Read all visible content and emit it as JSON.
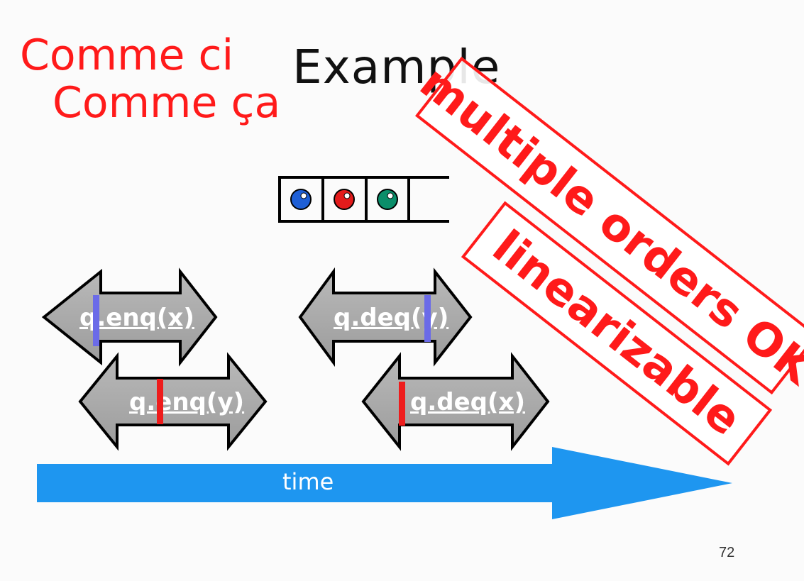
{
  "title": "Example",
  "overlay": {
    "comme_line1": "Comme ci",
    "comme_line2": "Comme ça",
    "stamp_top": "multiple orders OK",
    "stamp_bottom": "linearizable"
  },
  "queue": {
    "slots": [
      {
        "color": "#1e5fd6"
      },
      {
        "color": "#e31b1b"
      },
      {
        "color": "#0b8e6a"
      },
      {
        "color": null
      }
    ]
  },
  "operations": [
    {
      "label": "q.enq(x)",
      "marker_color": "#6b6be8"
    },
    {
      "label": "q.enq(y)",
      "marker_color": "#ee1c1c"
    },
    {
      "label": "q.deq(y)",
      "marker_color": "#6b6be8"
    },
    {
      "label": "q.deq(x)",
      "marker_color": "#ee1c1c"
    }
  ],
  "timeline": {
    "label": "time",
    "color": "#1e96f0"
  },
  "page_number": "72"
}
